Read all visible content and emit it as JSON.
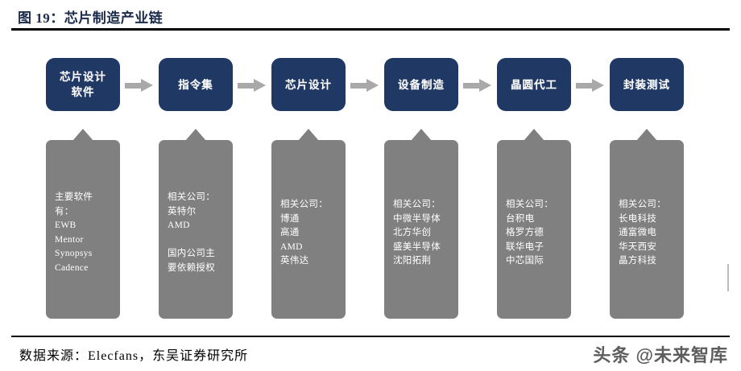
{
  "figure": {
    "title": "图 19：芯片制造产业链",
    "source_note": "数据来源：Elecfans，东吴证券研究所",
    "watermark": "头条 @未来智库",
    "colors": {
      "stage_box": "#1f3864",
      "panel": "#808080",
      "arrow": "#a9a9a9",
      "title_text": "#1b2a4a",
      "rule": "#000000"
    }
  },
  "flow": {
    "arrow_icon_name": "right-arrow-icon",
    "stages": [
      {
        "label": "芯片设计\n软件",
        "detail": "主要软件\n有：\nEWB\nMentor\nSynopsys\nCadence"
      },
      {
        "label": "指令集",
        "detail": "相关公司：\n英特尔\nAMD\n\n国内公司主\n要依赖授权"
      },
      {
        "label": "芯片设计",
        "detail": "相关公司：\n博通\n高通\nAMD\n英伟达"
      },
      {
        "label": "设备制造",
        "detail": "相关公司：\n中微半导体\n北方华创\n盛美半导体\n沈阳拓荆"
      },
      {
        "label": "晶圆代工",
        "detail": "相关公司：\n台积电\n格罗方德\n联华电子\n中芯国际"
      },
      {
        "label": "封装测试",
        "detail": "相关公司：\n长电科技\n通富微电\n华天西安\n晶方科技"
      }
    ]
  }
}
